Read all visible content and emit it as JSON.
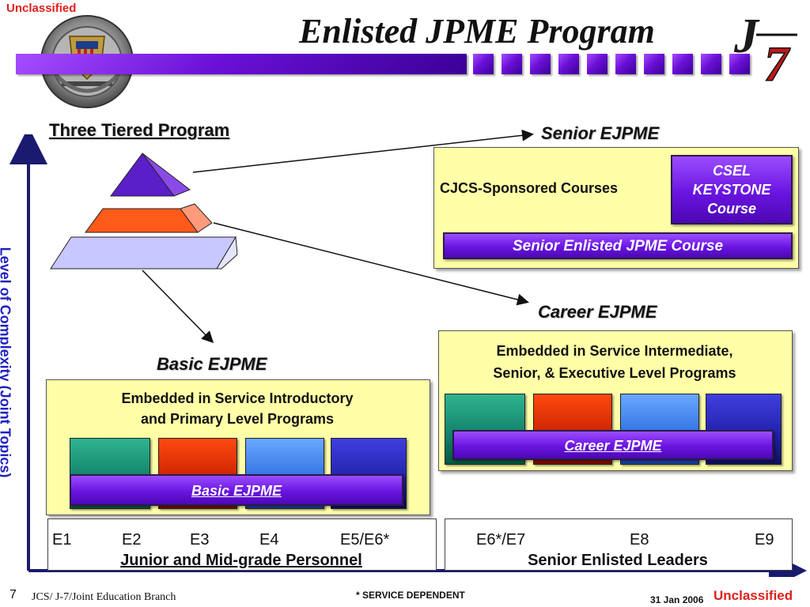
{
  "header": {
    "classification_top": "Unclassified",
    "title": "Enlisted JPME Program",
    "logo_label": "J-7"
  },
  "pyramid": {
    "heading": "Three Tiered Program"
  },
  "axis": {
    "y_label": "Level of Complexity (Joint Topics)"
  },
  "senior": {
    "heading": "Senior EJPME",
    "sponsored_label": "CJCS-Sponsored Courses",
    "csel_lines": [
      "CSEL",
      "KEYSTONE",
      "Course"
    ],
    "course_bar": "Senior Enlisted JPME Course"
  },
  "career": {
    "heading": "Career EJPME",
    "desc_line1": "Embedded in Service Intermediate,",
    "desc_line2": "Senior, & Executive Level Programs",
    "bar_label": "Career EJPME"
  },
  "basic": {
    "heading": "Basic EJPME",
    "desc_line1": "Embedded in Service Introductory",
    "desc_line2": "and Primary Level Programs",
    "bar_label": "Basic EJPME"
  },
  "grades_left": {
    "items": [
      "E1",
      "E2",
      "E3",
      "E4",
      "E5/E6*"
    ],
    "group_label": "Junior and Mid-grade Personnel"
  },
  "grades_right": {
    "items": [
      "E6*/E7",
      "E8",
      "E9"
    ],
    "group_label": "Senior Enlisted Leaders"
  },
  "footer": {
    "page_number": "7",
    "branch": "JCS/ J-7/Joint Education Branch",
    "note": "* SERVICE DEPENDENT",
    "date": "31 Jan 2006",
    "classification_bottom": "Unclassified"
  },
  "colors": {
    "band_purple": "#6a10d6",
    "yellow_panel": "#ffffa8",
    "pyramid_top": "#5a1fc8",
    "pyramid_mid": "#ff5a1a",
    "pyramid_base": "#c8c8ff",
    "axis_navy": "#1a1a6e"
  }
}
